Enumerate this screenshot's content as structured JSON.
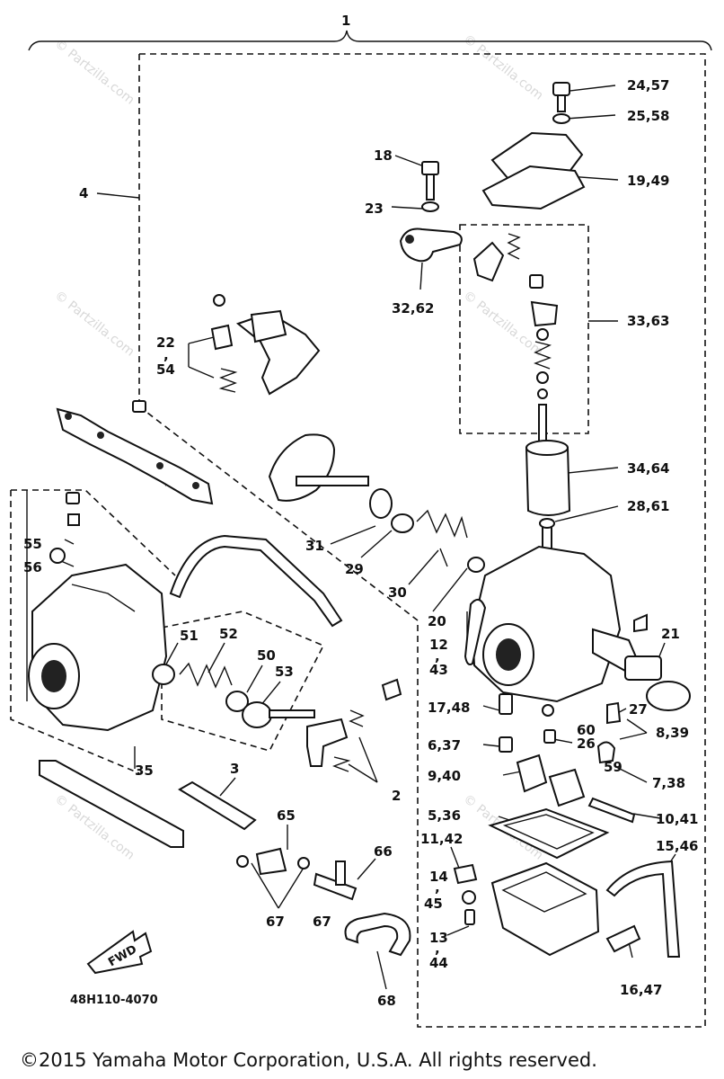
{
  "diagram": {
    "assembly_label": "1",
    "diagram_code": "48H110-4070",
    "direction_label": "FWD",
    "watermark": "© Partzilla.com",
    "copyright": "©2015  Yamaha Motor Corporation, U.S.A. All rights reserved.",
    "callouts": {
      "c4": "4",
      "c24_57": "24,57",
      "c25_58": "25,58",
      "c18": "18",
      "c19_49": "19,49",
      "c23": "23",
      "c32_62": "32,62",
      "c33_63": "33,63",
      "c22_54a": "22",
      "c22_54b": ",",
      "c22_54c": "54",
      "c34_64": "34,64",
      "c28_61": "28,61",
      "c55": "55",
      "c56": "56",
      "c31": "31",
      "c29": "29",
      "c30": "30",
      "c20": "20",
      "c12_43a": "12",
      "c12_43b": ",",
      "c12_43c": "43",
      "c21": "21",
      "c51": "51",
      "c52": "52",
      "c50": "50",
      "c53": "53",
      "c17_48": "17,48",
      "c27": "27",
      "c60": "60",
      "c8_39": "8,39",
      "c6_37": "6,37",
      "c26": "26",
      "c59": "59",
      "c35": "35",
      "c2": "2",
      "c9_40": "9,40",
      "c7_38": "7,38",
      "c3": "3",
      "c5_36": "5,36",
      "c10_41": "10,41",
      "c65": "65",
      "c11_42": "11,42",
      "c15_46": "15,46",
      "c66": "66",
      "c14_45a": "14",
      "c14_45b": ",",
      "c14_45c": "45",
      "c67a": "67",
      "c67b": "67",
      "c13_44a": "13",
      "c13_44b": ",",
      "c13_44c": "44",
      "c16_47": "16,47",
      "c68": "68"
    }
  }
}
